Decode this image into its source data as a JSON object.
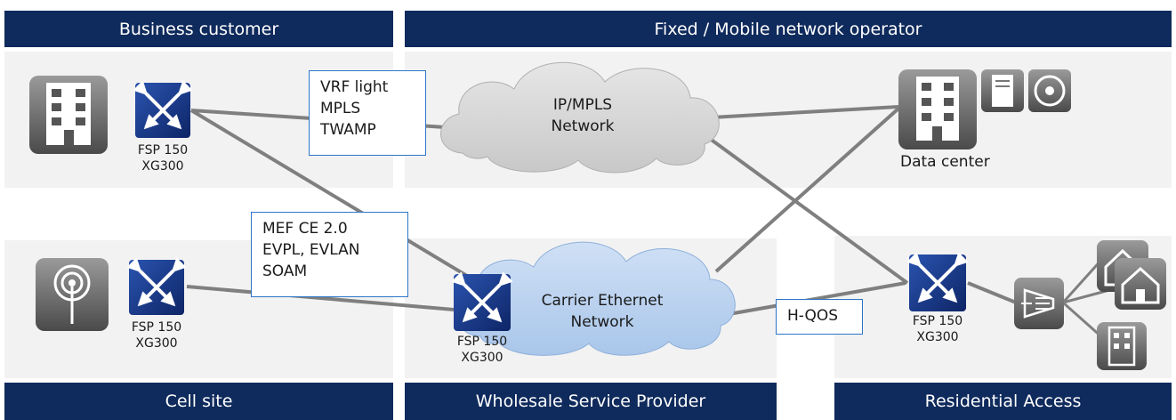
{
  "headers": {
    "business": "Business customer",
    "operator": "Fixed / Mobile network operator",
    "cell": "Cell site",
    "wholesale": "Wholesale Service Provider",
    "residential": "Residential Access"
  },
  "devices": {
    "business": {
      "line1": "FSP 150",
      "line2": "XG300"
    },
    "cell": {
      "line1": "FSP 150",
      "line2": "XG300"
    },
    "wholesale": {
      "line1": "FSP 150",
      "line2": "XG300"
    },
    "residential": {
      "line1": "FSP 150",
      "line2": "XG300"
    }
  },
  "clouds": {
    "ipmpls": {
      "line1": "IP/MPLS",
      "line2": "Network"
    },
    "carrier": {
      "line1": "Carrier Ethernet",
      "line2": "Network"
    }
  },
  "callouts": {
    "vrf": [
      "VRF light",
      "MPLS",
      "TWAMP"
    ],
    "mef": [
      "MEF CE 2.0",
      "EVPL, EVLAN",
      "SOAM"
    ],
    "hqos": [
      "H-QOS"
    ]
  },
  "datacenter_label": "Data center",
  "colors": {
    "header_bg": "#0f2a5c",
    "panel_bg": "#f2f2f2",
    "switch_blue": "#1d3f8f",
    "callout_border": "#2e75c8",
    "carrier_cloud": "#bcd3ee",
    "ip_cloud": "#d9d9d9",
    "link_gray": "#7f7f7f"
  }
}
